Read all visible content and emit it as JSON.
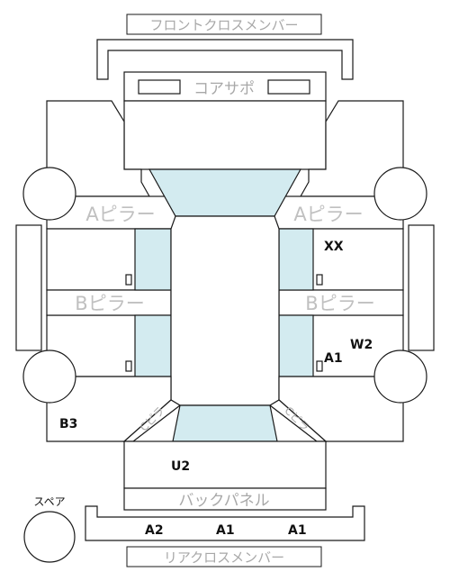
{
  "labels": {
    "front_cross_member": "フロントクロスメンバー",
    "core_support": "コアサポ",
    "a_pillar_left": "Aピラー",
    "a_pillar_right": "Aピラー",
    "b_pillar_left": "Bピラー",
    "b_pillar_right": "Bピラー",
    "back_panel": "バックパネル",
    "rear_cross_member": "リアクロスメンバー",
    "spare": "スペア",
    "c_pillar_left": "Cピラ",
    "c_pillar_right": "Cピラ"
  },
  "codes": {
    "right_front_door": "XX",
    "right_rear_door": "A1",
    "right_rear_fender": "W2",
    "left_rear_fender": "B3",
    "trunk": "U2",
    "rear_left": "A2",
    "rear_center": "A1",
    "rear_right": "A1"
  }
}
